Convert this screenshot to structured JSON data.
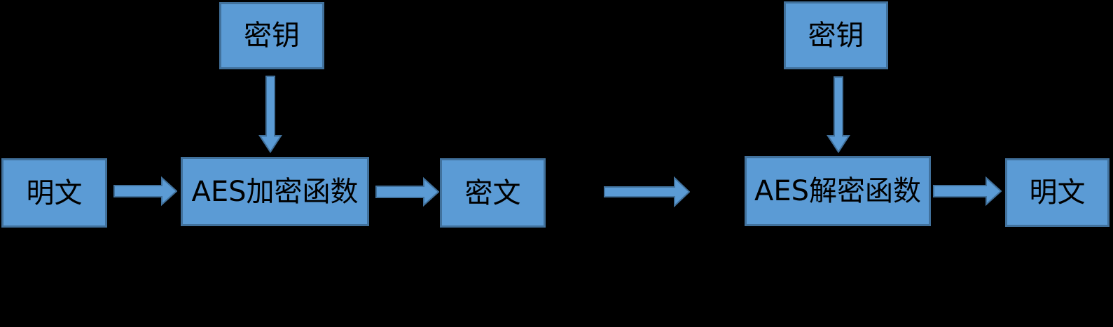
{
  "diagram": {
    "colors": {
      "background": "#000000",
      "box_fill": "#5B9BD5",
      "box_border": "#41719C",
      "arrow_fill": "#5B9BD5",
      "arrow_border": "#41719C",
      "text": "#000000"
    },
    "encryption_flow": {
      "key_label": "密钥",
      "plaintext_label": "明文",
      "function_label": "AES加密函数",
      "ciphertext_label": "密文"
    },
    "decryption_flow": {
      "key_label": "密钥",
      "function_label": "AES解密函数",
      "plaintext_label": "明文"
    }
  }
}
